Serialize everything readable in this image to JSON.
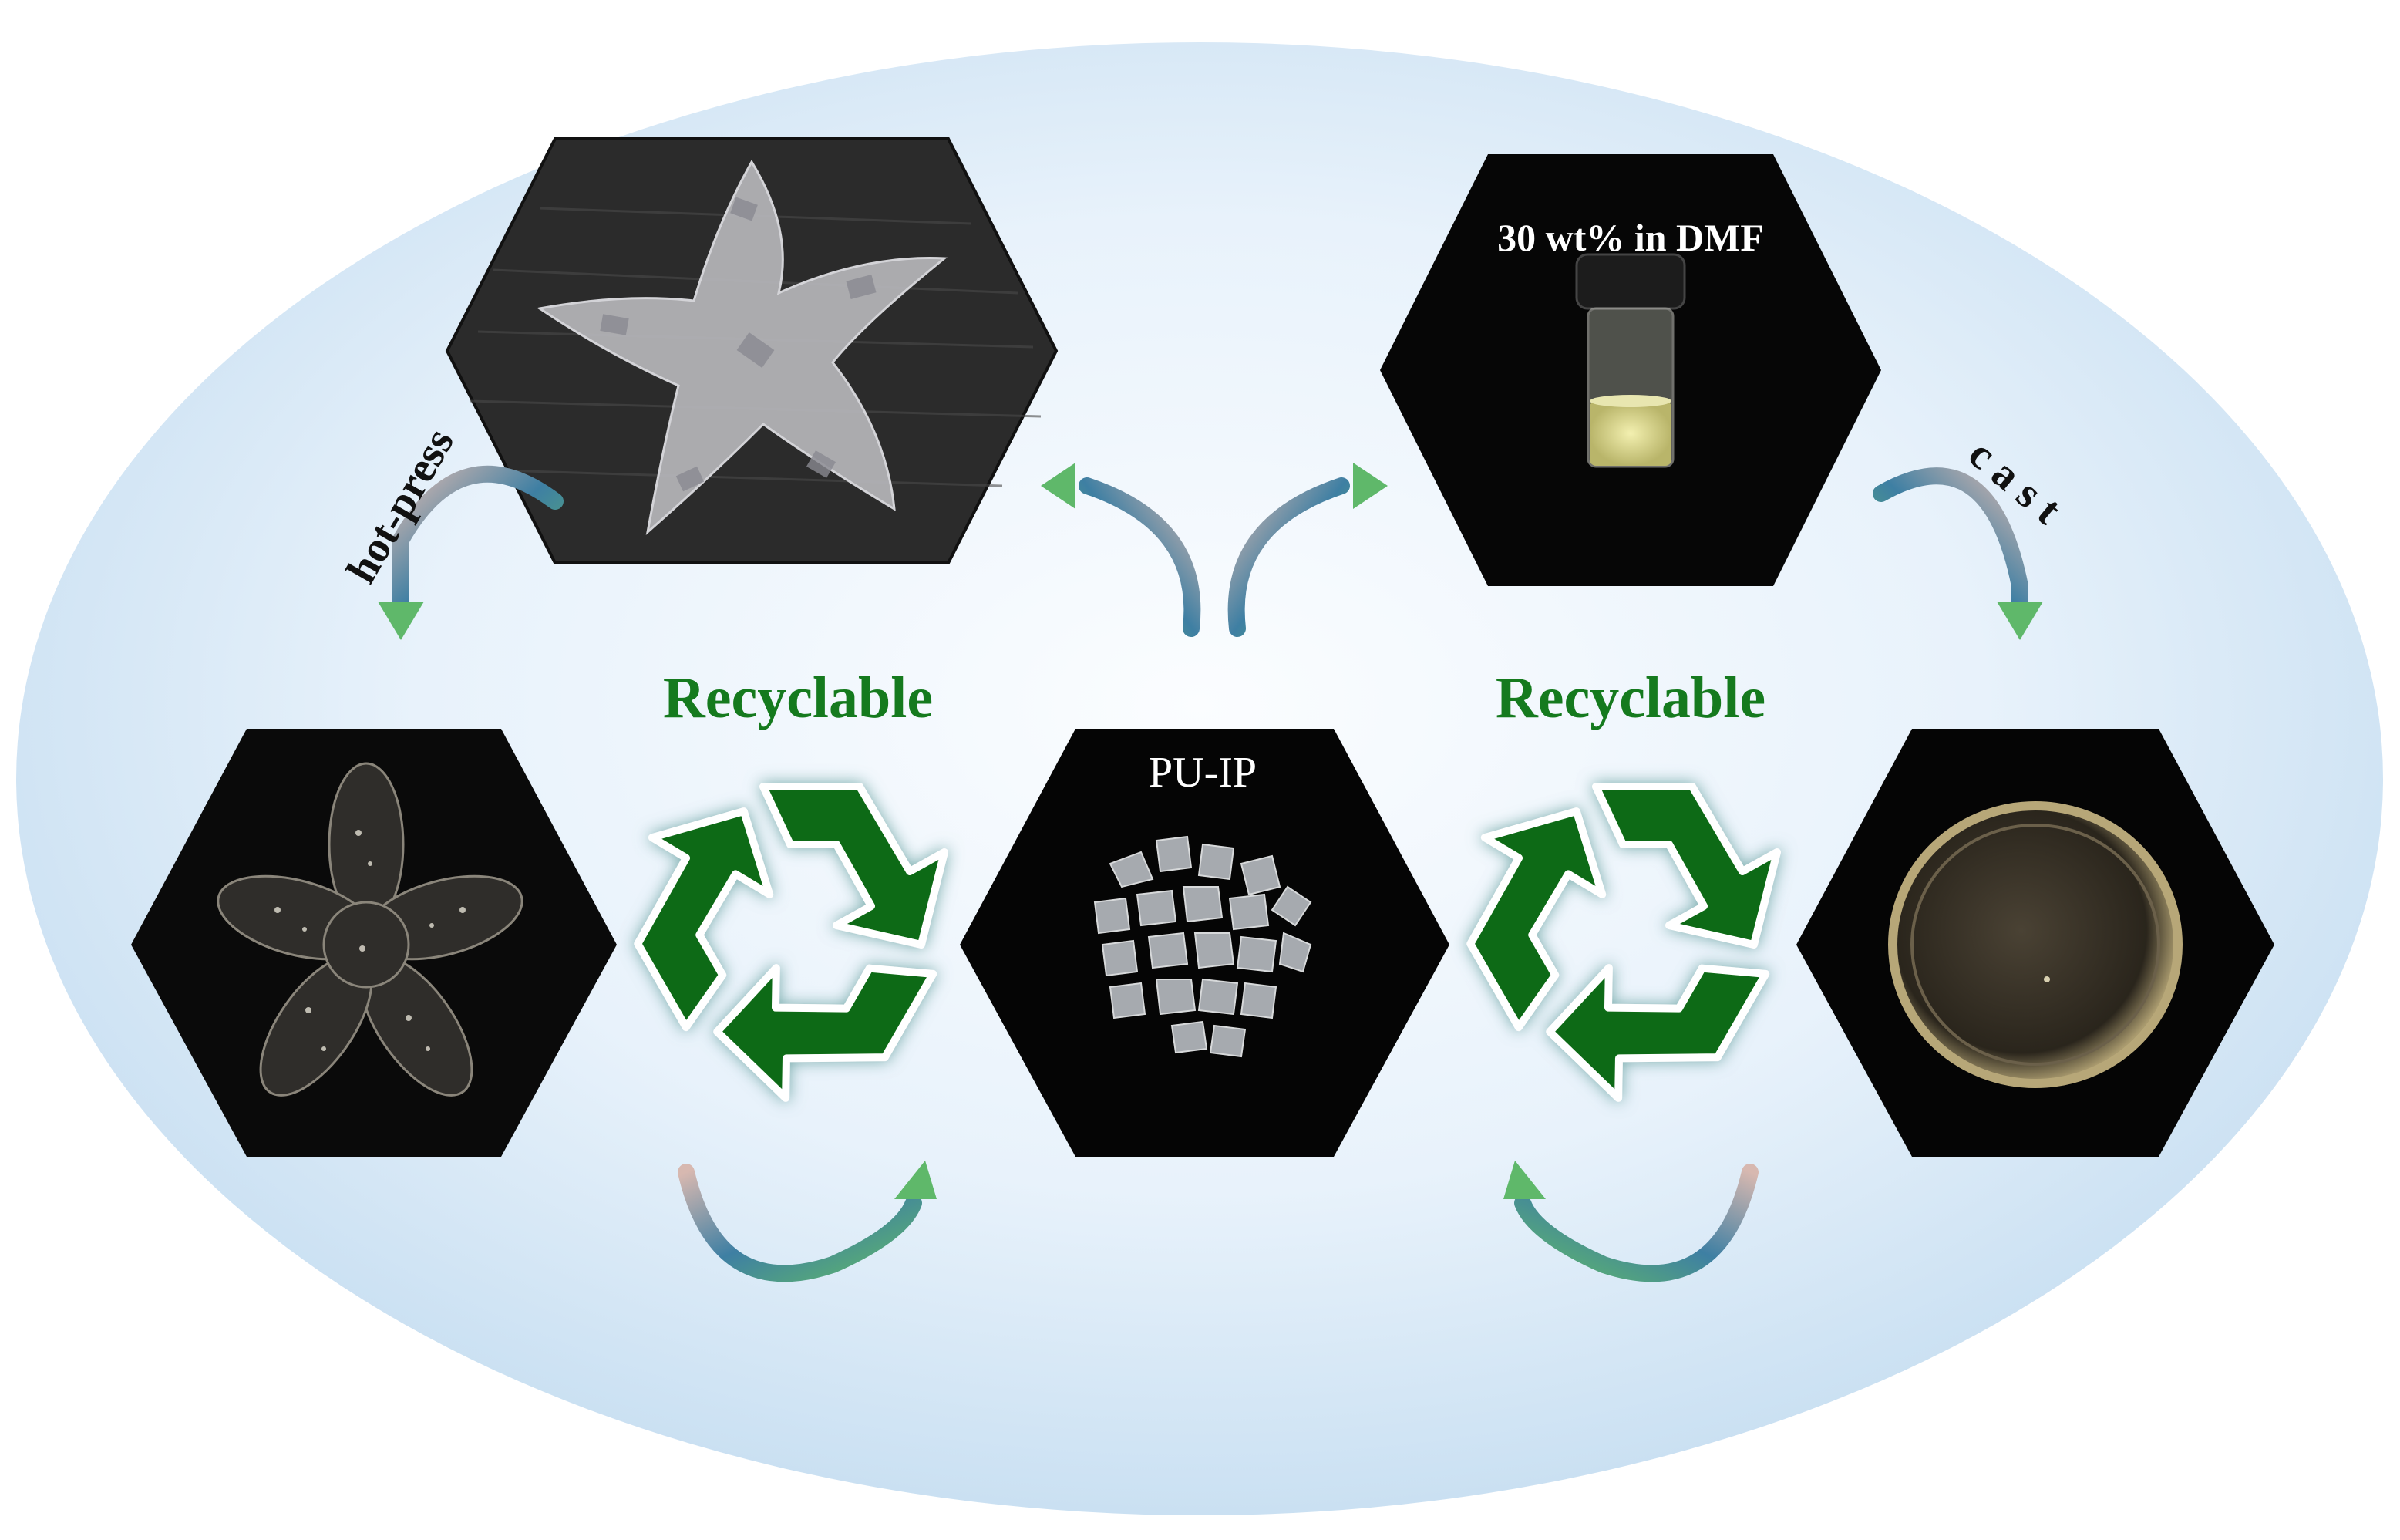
{
  "labels": {
    "dmf": "30 wt% in DMF",
    "pu_ip": "PU-IP",
    "recyclable_left": "Recyclable",
    "recyclable_right": "Recyclable",
    "hot_press": "hot-press",
    "cast": "c a s t"
  },
  "colors": {
    "recycle_green": "#0e6b14",
    "label_green": "#157a1e",
    "ellipse_light": "#f4f9fe",
    "ellipse_dark": "#c6def1",
    "hexagon": "#0b0b0b"
  },
  "icons": {
    "recycle": "recycle-symbol",
    "arrow": "curved-gradient-arrow"
  }
}
